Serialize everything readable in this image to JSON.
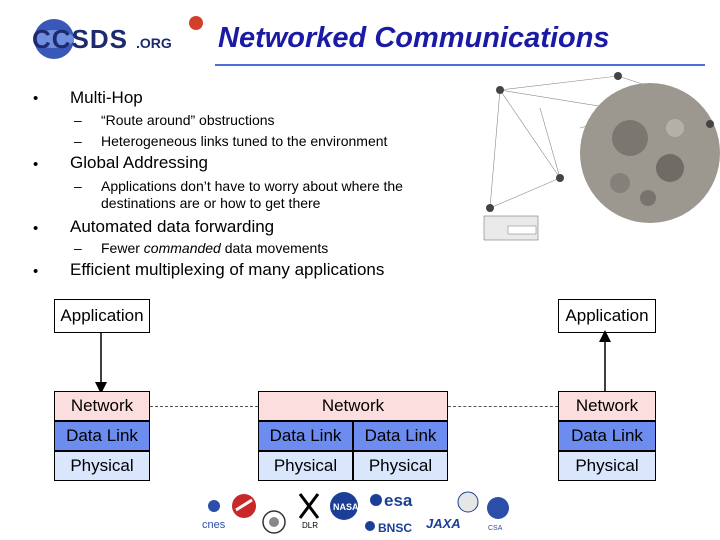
{
  "header": {
    "logo_text": "CCSDS.ORG",
    "title": "Networked Communications"
  },
  "bullets": [
    {
      "label": "Multi-Hop",
      "subs": [
        "“Route around” obstructions",
        "Heterogeneous links tuned to the environment"
      ]
    },
    {
      "label": "Global Addressing",
      "subs": [
        "Applications don’t have to worry about where the",
        "destinations are or how to get there"
      ]
    },
    {
      "label": "Automated data forwarding",
      "subs": [
        "Fewer commanded data movements"
      ]
    },
    {
      "label": "Efficient multiplexing of many applications",
      "subs": []
    }
  ],
  "diagram": {
    "app_left": "Application",
    "app_right": "Application",
    "network": "Network",
    "data_link": "Data Link",
    "physical": "Physical"
  },
  "sub_marker": "–",
  "bullet_marker": "•",
  "colors": {
    "title": "#1a1aa6",
    "network_fill": "#fddede",
    "datalink_fill": "#6c8cef",
    "physical_fill": "#dae6fc"
  },
  "partner_logos": [
    "cnes",
    "CNSA",
    "DLR",
    "NASA",
    "esa",
    "BNSC",
    "JAXA",
    "CSA"
  ]
}
